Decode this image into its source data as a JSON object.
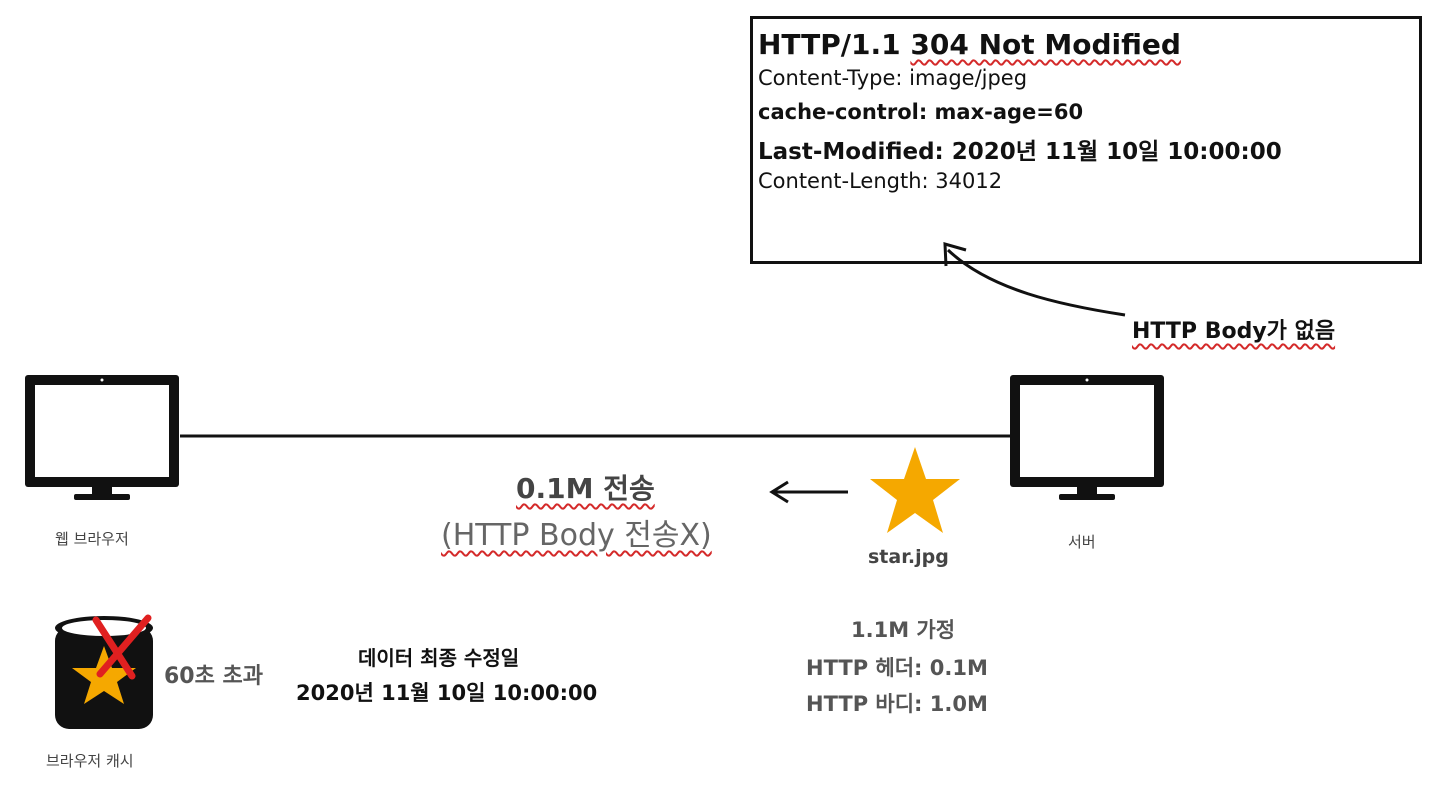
{
  "response": {
    "status_prefix": "HTTP/1.1 ",
    "status_code": "304 Not Modified",
    "headers": [
      "Content-Type: image/jpeg",
      "cache-control: max-age=60",
      "Last-Modified: 2020년 11월 10일 10:00:00",
      "Content-Length: 34012"
    ]
  },
  "annotation_no_body": "HTTP Body가 없음",
  "browser": {
    "label": "웹 브라우저"
  },
  "server": {
    "label": "서버"
  },
  "transfer": {
    "size": "0.1M 전송",
    "note": "(HTTP Body 전송X)"
  },
  "resource": {
    "name": "star.jpg",
    "assumption": "1.1M 가정",
    "header_size": "HTTP 헤더: 0.1M",
    "body_size": "HTTP 바디: 1.0M"
  },
  "cache": {
    "label": "브라우저 캐시",
    "status": "60초 초과",
    "last_modified_title": "데이터 최종 수정일",
    "last_modified_value": "2020년 11월 10일 10:00:00"
  },
  "colors": {
    "star": "#f5a800",
    "expired_mark": "#e02020",
    "underline": "#d42a2a",
    "ink": "#111111"
  }
}
